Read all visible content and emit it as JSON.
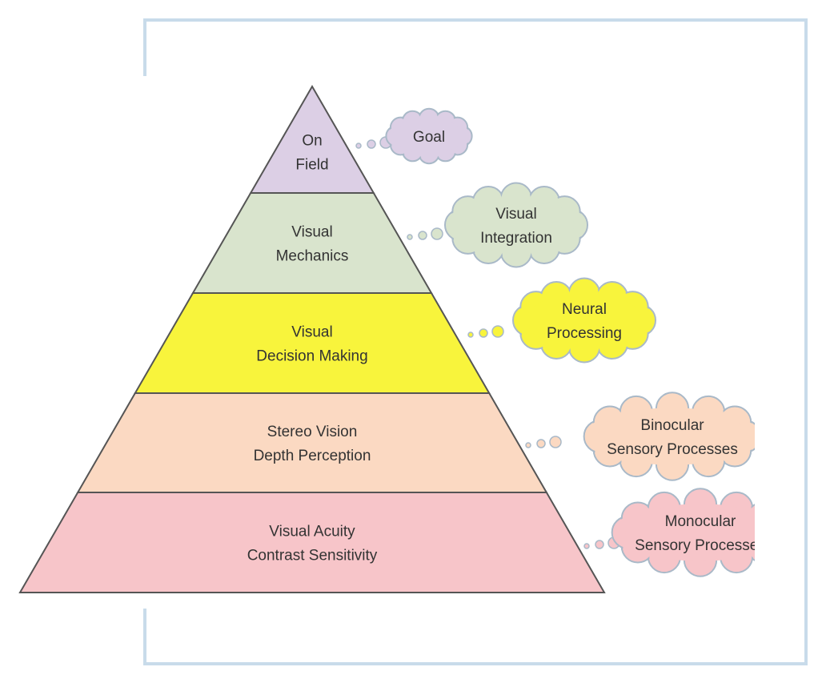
{
  "levels": [
    {
      "lines": [
        "On",
        "Field"
      ],
      "color": "#dccfe5",
      "cloud": [
        "Goal"
      ],
      "cloud_color": "#dccfe5"
    },
    {
      "lines": [
        "Visual",
        "Mechanics"
      ],
      "color": "#d9e4cd",
      "cloud": [
        "Visual",
        "Integration"
      ],
      "cloud_color": "#d9e4cd"
    },
    {
      "lines": [
        "Visual",
        "Decision Making"
      ],
      "color": "#f8f43c",
      "cloud": [
        "Neural",
        "Processing"
      ],
      "cloud_color": "#f8f43c"
    },
    {
      "lines": [
        "Stereo Vision",
        "Depth Perception"
      ],
      "color": "#fbd9c2",
      "cloud": [
        "Binocular",
        "Sensory Processes"
      ],
      "cloud_color": "#fbd9c2"
    },
    {
      "lines": [
        "Visual Acuity",
        "Contrast Sensitivity"
      ],
      "color": "#f7c5c9",
      "cloud": [
        "Monocular",
        "Sensory Processes"
      ],
      "cloud_color": "#f7c5c9"
    }
  ],
  "outline_color": "#555555",
  "frame_color": "#c8dbea"
}
